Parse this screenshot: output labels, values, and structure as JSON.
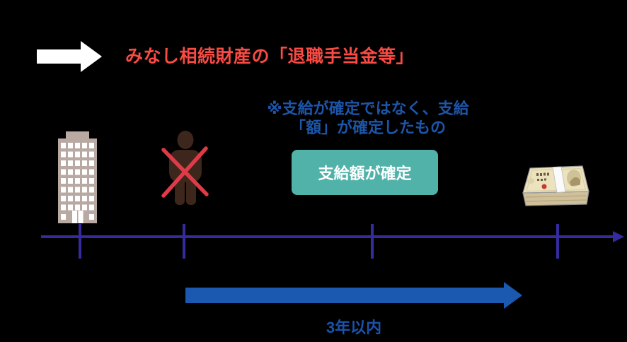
{
  "diagram": {
    "title": "みなし相続財産の「退職手当金等」",
    "note": {
      "line1": "※支給が確定ではなく、支給",
      "line2": "「額」が確定したもの"
    },
    "event_box": {
      "label": "支給額が確定"
    },
    "duration": {
      "label": "3年以内"
    },
    "icons": {
      "start_arrow": "white-arrow-icon",
      "company": "company-building-icon",
      "deceased": "deceased-person-icon",
      "payout": "money-bundle-icon"
    },
    "colors": {
      "background": "#000000",
      "title_red": "#f94b44",
      "note_blue": "#1d55a8",
      "box_teal": "#50b2a8",
      "box_text": "#ffffff",
      "timeline_indigo": "#342b9e",
      "arrow_blue": "#1b58b0",
      "duration_text_blue": "#1a52ac",
      "cross_red": "#e03a48",
      "building_taupe": "#b8a9a3",
      "person_brown": "#3d261c"
    }
  }
}
